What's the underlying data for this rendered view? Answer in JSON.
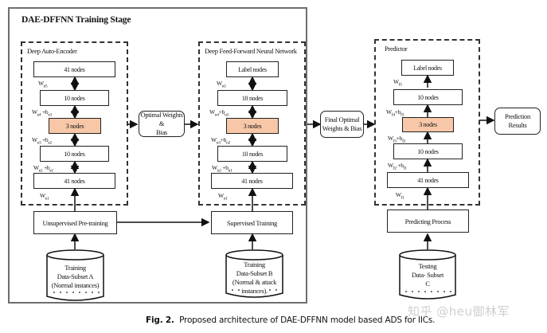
{
  "training_stage": {
    "title": "DAE-DFFNN Training Stage",
    "dae": {
      "title": "Deep Auto-Encoder",
      "layers": [
        "41 nodes",
        "10 nodes",
        "3 nodes",
        "10 nodes",
        "41 nodes"
      ],
      "weights": [
        {
          "w": "W",
          "ws": "e5",
          "b": "",
          "bs": ""
        },
        {
          "w": "W",
          "ws": "e4",
          "b": "b",
          "bs": "e3"
        },
        {
          "w": "W",
          "ws": "e3",
          "b": "b",
          "bs": "e2"
        },
        {
          "w": "W",
          "ws": "e2",
          "b": "b",
          "bs": "e1"
        },
        {
          "w": "W",
          "ws": "e1",
          "b": "",
          "bs": ""
        }
      ]
    },
    "optimal_weights_label_1": "Optimal Weights &",
    "optimal_weights_label_2": "Bias",
    "dffnn": {
      "title": "Deep Feed-Forward Neural Network",
      "layers": [
        "Label nodes",
        "10 nodes",
        "3 nodes",
        "10 nodes",
        "41 nodes"
      ],
      "weights": [
        {
          "w": "W",
          "ws": "n5",
          "b": "",
          "bs": ""
        },
        {
          "w": "W",
          "ws": "n4",
          "b": "b",
          "bs": "n3"
        },
        {
          "w": "W",
          "ws": "n3",
          "b": "b",
          "bs": "n2"
        },
        {
          "w": "W",
          "ws": "n2",
          "b": "b",
          "bs": "n1"
        },
        {
          "w": "W",
          "ws": "n1",
          "b": "",
          "bs": ""
        }
      ]
    },
    "unsupervised": "Unsupervised Pre-training",
    "supervised": "Supervised Training",
    "dataset_a": [
      "Training",
      "Data-Subset A",
      "(Normal instances)"
    ],
    "dataset_b": [
      "Training",
      "Data-Subset B",
      "(Normal & attack",
      "instances)."
    ]
  },
  "final_weights_label_1": "Final Optimal",
  "final_weights_label_2": "Weights & Bias",
  "predictor": {
    "title": "Predictor",
    "layers": [
      "Label nodes",
      "10 nodes",
      "3 nodes",
      "10 nodes",
      "41 nodes"
    ],
    "weights": [
      {
        "w": "W",
        "ws": "f5",
        "b": "",
        "bs": ""
      },
      {
        "w": "W",
        "ws": "f4",
        "b": "b",
        "bs": "f3"
      },
      {
        "w": "W",
        "ws": "f3",
        "b": "b",
        "bs": "f2"
      },
      {
        "w": "W",
        "ws": "f2",
        "b": "b",
        "bs": "f1"
      },
      {
        "w": "W",
        "ws": "f1",
        "b": "",
        "bs": ""
      }
    ],
    "process": "Predicting Process",
    "dataset_c": [
      "Testing",
      "Data- Subset",
      "C"
    ]
  },
  "prediction_results": "Prediction Results",
  "caption": {
    "label": "Fig. 2.",
    "text": "Proposed architecture of DAE-DFFNN model based ADS for IICs."
  },
  "watermark": "知乎 @heu御林军"
}
